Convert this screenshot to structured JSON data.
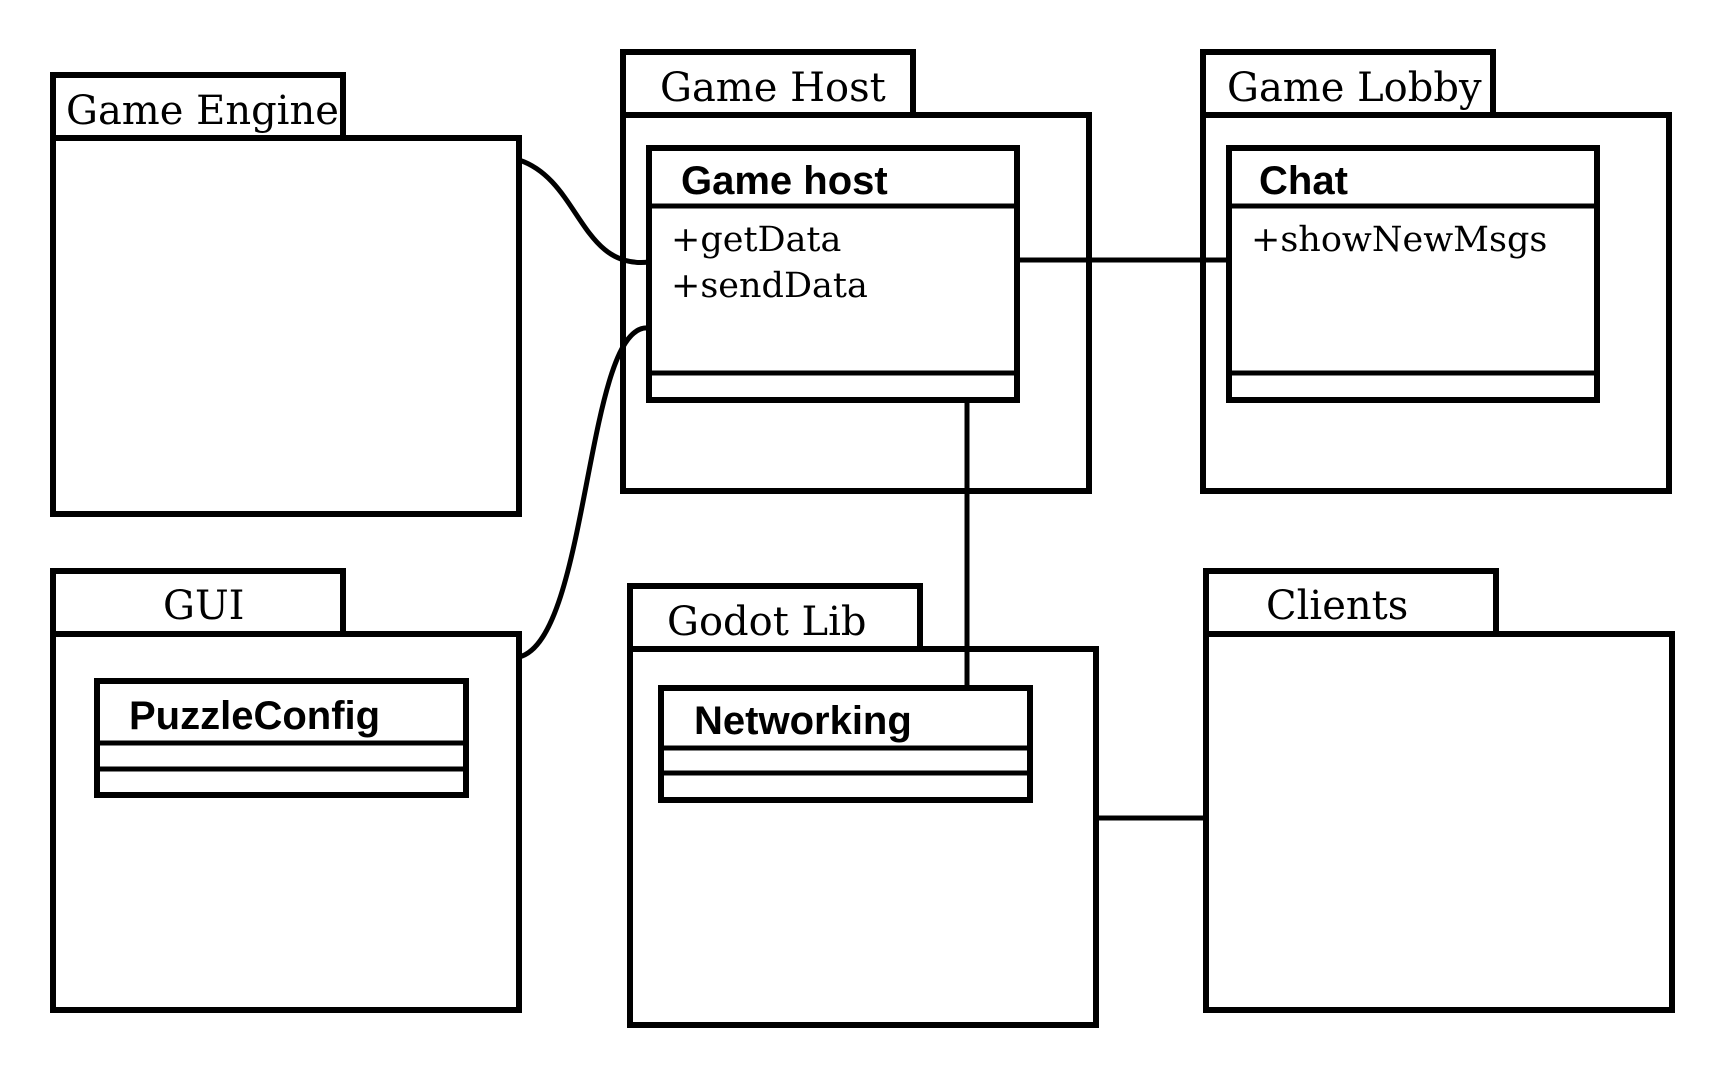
{
  "packages": {
    "game_engine": {
      "label": "Game Engine"
    },
    "game_host": {
      "label": "Game Host"
    },
    "game_lobby": {
      "label": "Game Lobby"
    },
    "gui": {
      "label": "GUI"
    },
    "godot_lib": {
      "label": "Godot Lib"
    },
    "clients": {
      "label": "Clients"
    }
  },
  "classes": {
    "game_host": {
      "name": "Game host",
      "methods": [
        "+getData",
        "+sendData"
      ]
    },
    "chat": {
      "name": "Chat",
      "methods": [
        "+showNewMsgs"
      ]
    },
    "puzzle_config": {
      "name": "PuzzleConfig",
      "methods": []
    },
    "networking": {
      "name": "Networking",
      "methods": []
    }
  }
}
